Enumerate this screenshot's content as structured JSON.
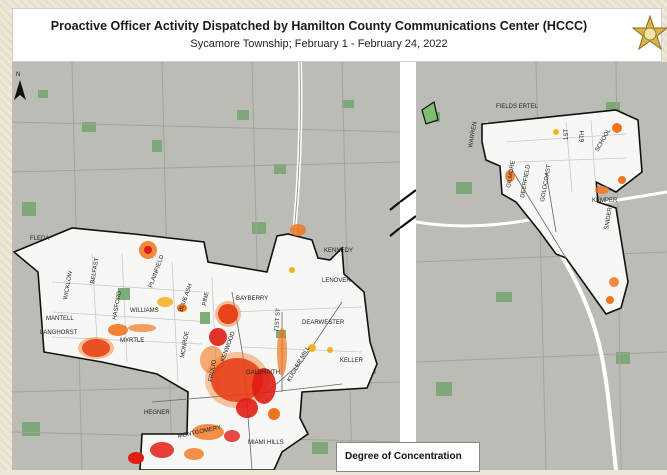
{
  "header": {
    "title": "Proactive Officer Activity Dispatched by Hamilton County Communications Center (HCCC)",
    "subtitle": "Sycamore Township; February 1 - February 24, 2022"
  },
  "legend": {
    "title": "Degree of Concentration"
  },
  "north_arrow": {
    "label": "N"
  },
  "street_labels": {
    "fields_ertel": "FIELDS ERTEL",
    "kennedy": "KENNEDY",
    "lenover": "LENOVER",
    "bayberry": "BAYBERRY",
    "dearwester": "DEARWESTER",
    "keller": "KELLER",
    "galbraith": "GALBRAITH",
    "montgomery": "MONTGOMERY",
    "miami_hills": "MIAMI HILLS",
    "hegner": "HEGNER",
    "mantell": "MANTELL",
    "langhorst": "LANGHORST",
    "myrtle": "MYRTLE",
    "williams": "WILLIAMS",
    "wicklow": "WICKLOW",
    "belfast": "BELFAST",
    "pine": "PINE",
    "monroe": "MONROE",
    "frolio": "FROLIO",
    "kenwood": "KENWOOD",
    "blue_ash": "BLUE ASH",
    "school": "SCHOOL",
    "kemper": "KEMPER",
    "snider": "SNIDER",
    "goldcoast": "GOLDCOAST",
    "deerfield": "DEERFIELD",
    "first": "1ST",
    "sixth": "6TH",
    "gilmore": "GILMORE",
    "fleda": "FLEDA",
    "kugler_mill": "KUGLER MILL",
    "plainfield": "PLAINFIELD",
    "hasford": "HASFORD",
    "seventy_first": "71ST ST"
  },
  "colors": {
    "hot": "#e01d14",
    "warm": "#f0761e",
    "mild": "#f5b221",
    "boundary": "#111111",
    "park": "#6aa263"
  }
}
